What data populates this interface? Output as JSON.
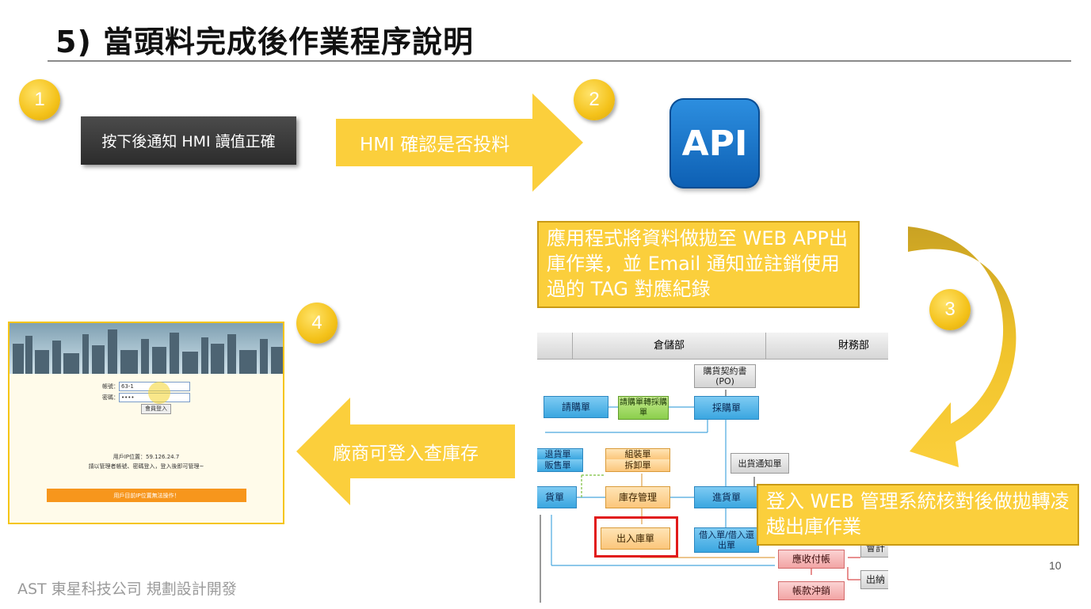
{
  "slide": {
    "title": "5) 當頭料完成後作業程序說明",
    "page_number": "10",
    "footer": "AST 東星科技公司 規劃設計開發"
  },
  "steps": {
    "step1": {
      "badge": "1",
      "button_label": "按下後通知 HMI 讀值正確"
    },
    "arrow1": {
      "label": "HMI 確認是否投料"
    },
    "step2": {
      "badge": "2",
      "logo_text": "API"
    },
    "step3": {
      "badge": "3",
      "note": "應用程式將資料做拋至 WEB APP出庫作業，並 Email 通知並註銷使用過的 TAG 對應紀錄"
    },
    "step4": {
      "badge": "4"
    },
    "arrow4": {
      "label": "廠商可登入查庫存"
    },
    "web_note": {
      "text": "登入 WEB 管理系統核對後做拋轉凌越出庫作業"
    }
  },
  "login_screen": {
    "account_label": "帳號：",
    "account_value": "63-1",
    "password_label": "密碼：",
    "password_value": "••••",
    "login_button": "會員登入",
    "ip_text": "用戶IP位置：59.126.24.7",
    "notice_text": "請以管理者帳號、密碼登入，登入後即可管理~",
    "warning_bar": "用戶目前IP位置無法操作！"
  },
  "flowchart": {
    "headers": [
      "倉儲部",
      "財務部"
    ],
    "boxes": {
      "po": "購貨契約書(PO)",
      "request": "請購單",
      "request_convert": "請購單轉採購單",
      "purchase": "採購單",
      "return_left": "退貨單",
      "sales_left": "販售單",
      "assemble": "組裝單",
      "disassemble": "拆卸單",
      "ship_notice": "出貨通知單",
      "stock_left": "貨單",
      "inventory": "庫存管理",
      "receive": "進貨單",
      "inout": "出入庫單",
      "borrow": "借入單/借入還出單",
      "receivable": "應收付帳",
      "write_off": "帳款沖銷",
      "right_cut1": "會計",
      "right_cut2": "出納"
    }
  },
  "colors": {
    "accent_yellow": "#fbcf3c",
    "badge_yellow": "#f4c21a",
    "api_blue": "#1a73c8",
    "highlight_red": "#e11a1a"
  }
}
